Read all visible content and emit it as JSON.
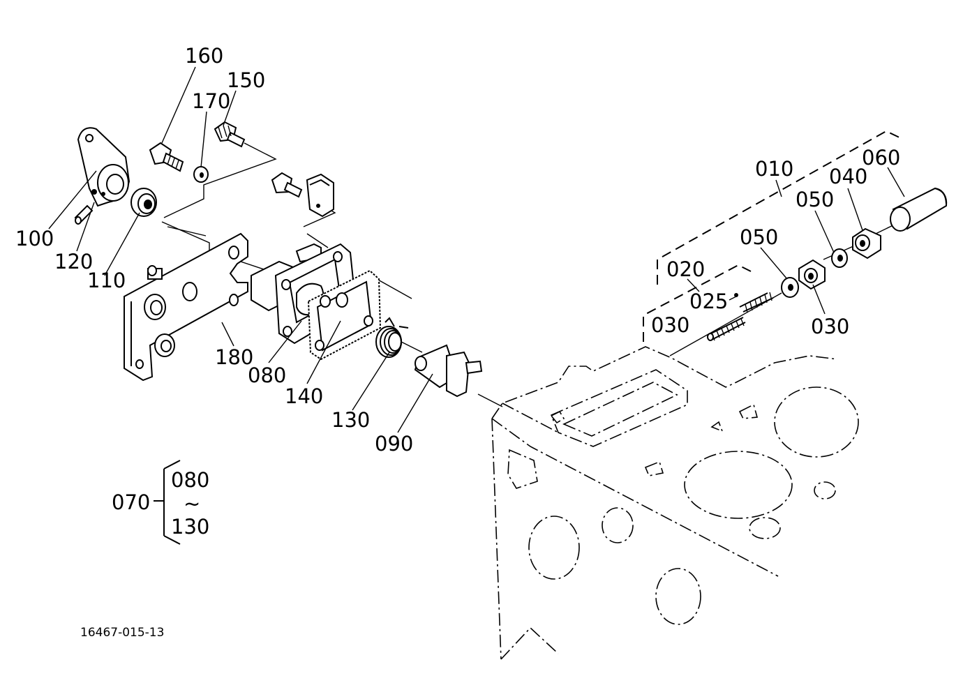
{
  "labels": {
    "p160": "160",
    "p150": "150",
    "p170": "170",
    "p100": "100",
    "p120": "120",
    "p110": "110",
    "p180": "180",
    "p080": "080",
    "p140": "140",
    "p130": "130",
    "p090": "090",
    "p010": "010",
    "p060": "060",
    "p040": "040",
    "p050a": "050",
    "p050b": "050",
    "p020": "020",
    "p025": "025",
    "p030a": "030",
    "p030b": "030",
    "p070": "070",
    "p070_from": "080",
    "p070_tilde": "~",
    "p070_to": "130"
  },
  "drawing_id": "16467-015-13"
}
